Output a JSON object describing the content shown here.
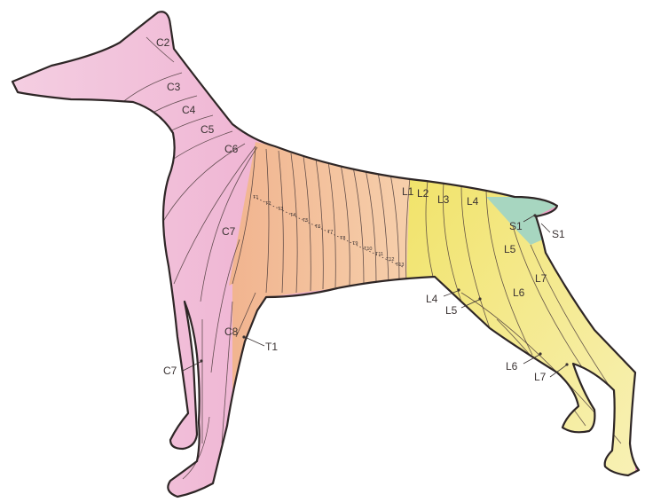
{
  "colors": {
    "cervical": "#ec9ec7",
    "thoracic": "#f2bd93",
    "lumbar": "#f4e97d",
    "sacral": "#a6d6c0",
    "outline": "#2e2626"
  },
  "labels": {
    "c2": "C2",
    "c3": "C3",
    "c4": "C4",
    "c5": "C5",
    "c6": "C6",
    "c7_neck": "C7",
    "c8": "C8",
    "c7_leg": "C7",
    "t1_leg": "T1",
    "t_labels": [
      "T1",
      "T2",
      "T3",
      "T4",
      "T5",
      "T6",
      "T7",
      "T8",
      "T9",
      "T10",
      "T11",
      "T12",
      "T13"
    ],
    "l1": "L1",
    "l2": "L2",
    "l3": "L3",
    "l4_top": "L4",
    "s1_top": "S1",
    "s1_side": "S1",
    "l5_hip": "L5",
    "l6_hip": "L6",
    "l7_hip": "L7",
    "l4_leg": "L4",
    "l5_leg": "L5",
    "l6_leg": "L6",
    "l7_leg": "L7"
  }
}
